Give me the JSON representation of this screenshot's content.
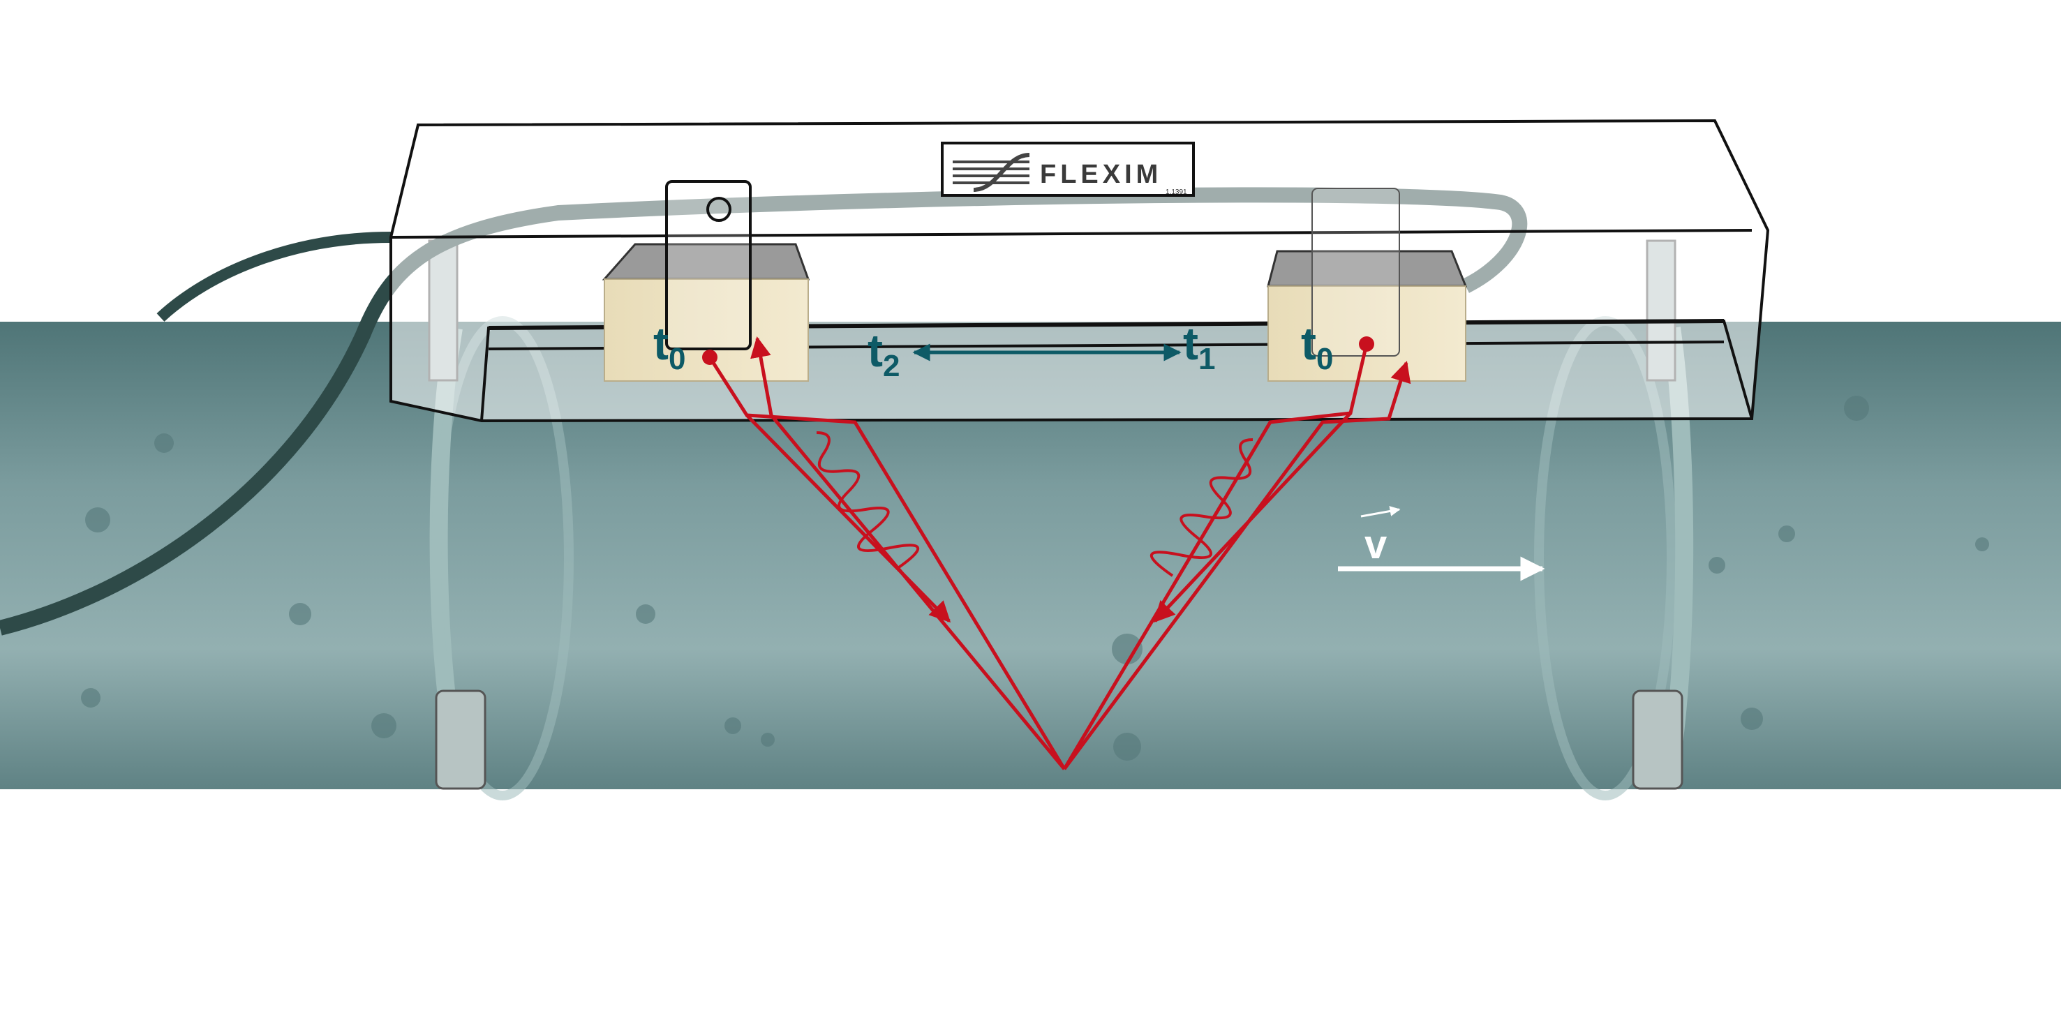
{
  "diagram": {
    "logo": {
      "text": "FLEXIM",
      "serial": "1.1391"
    },
    "labels": {
      "left_transducer": {
        "base": "t",
        "sub": "0"
      },
      "right_transducer": {
        "base": "t",
        "sub": "0"
      },
      "transit_left": {
        "base": "t",
        "sub": "2"
      },
      "transit_right": {
        "base": "t",
        "sub": "1"
      },
      "velocity": "v"
    },
    "colors": {
      "pipe": "#6f9396",
      "beam": "#c8101e",
      "label": "#0d5a66",
      "transducer": "#e9dfbf",
      "cable": "#2e4a48"
    }
  }
}
